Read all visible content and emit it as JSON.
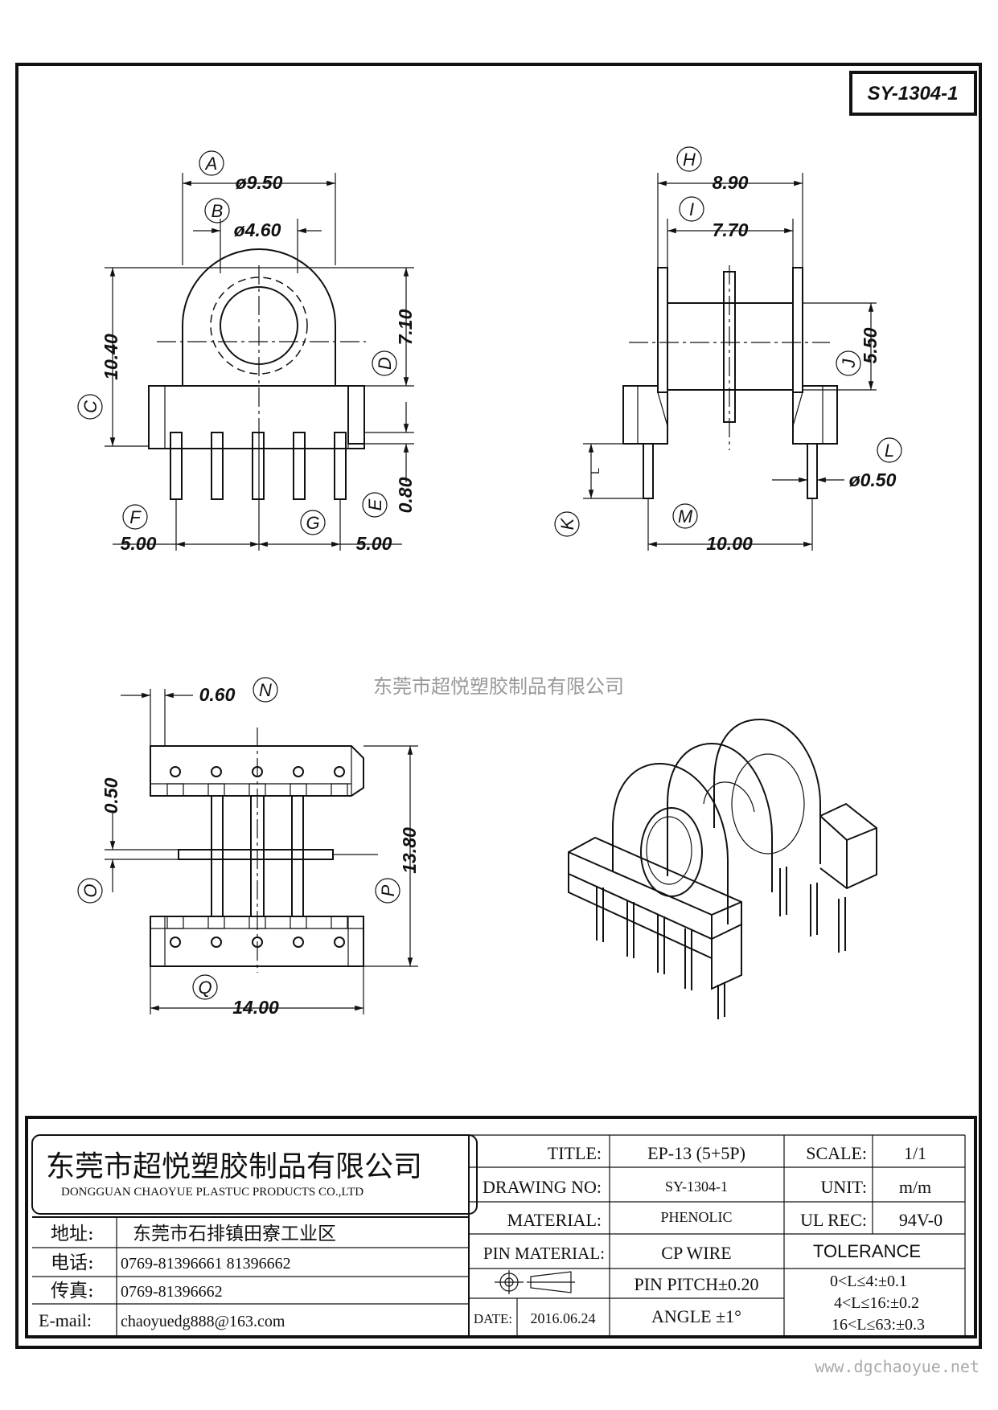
{
  "drawing_code": "SY-1304-1",
  "watermark": "东莞市超悦塑胶制品有限公司",
  "website": "www.dgchaoyue.net",
  "front_view": {
    "dim_a": "ø9.50",
    "dim_b": "ø4.60",
    "dim_c": "10.40",
    "dim_d": "7.10",
    "dim_e": "0.80",
    "dim_f": "5.00",
    "dim_g": "5.00",
    "labels": {
      "a": "A",
      "b": "B",
      "c": "C",
      "d": "D",
      "e": "E",
      "f": "F",
      "g": "G"
    }
  },
  "side_view": {
    "dim_h": "8.90",
    "dim_i": "7.70",
    "dim_j": "5.50",
    "dim_k": "L",
    "dim_l": "ø0.50",
    "dim_m": "10.00",
    "labels": {
      "h": "H",
      "i": "I",
      "j": "J",
      "k": "K",
      "l": "L",
      "m": "M"
    }
  },
  "top_view": {
    "dim_n": "0.60",
    "dim_o": "0.50",
    "dim_p": "13.80",
    "dim_q": "14.00",
    "labels": {
      "n": "N",
      "o": "O",
      "p": "P",
      "q": "Q"
    }
  },
  "title_block": {
    "company_cn": "东莞市超悦塑胶制品有限公司",
    "company_en": "DONGGUAN CHAOYUE PLASTUC PRODUCTS CO.,LTD",
    "address_label": "地址:",
    "address": "东莞市石排镇田寮工业区",
    "phone_label": "电话:",
    "phone": "0769-81396661  81396662",
    "fax_label": "传真:",
    "fax": "0769-81396662",
    "email_label": "E-mail:",
    "email": "chaoyuedg888@163.com",
    "title_label": "TITLE:",
    "title": "EP-13 (5+5P)",
    "scale_label": "SCALE:",
    "scale": "1/1",
    "drawing_no_label": "DRAWING NO:",
    "drawing_no": "SY-1304-1",
    "unit_label": "UNIT:",
    "unit": "m/m",
    "material_label": "MATERIAL:",
    "material": "PHENOLIC",
    "ul_label": "UL REC:",
    "ul": "94V-0",
    "pin_material_label": "PIN MATERIAL:",
    "pin_material": "CP WIRE",
    "tolerance_label": "TOLERANCE",
    "pin_pitch": "PIN PITCH±0.20",
    "angle": "ANGLE  ±1°",
    "tol_1": "0<L≤4:±0.1",
    "tol_2": "4<L≤16:±0.2",
    "tol_3": "16<L≤63:±0.3",
    "date_label": "DATE:",
    "date": "2016.06.24"
  }
}
